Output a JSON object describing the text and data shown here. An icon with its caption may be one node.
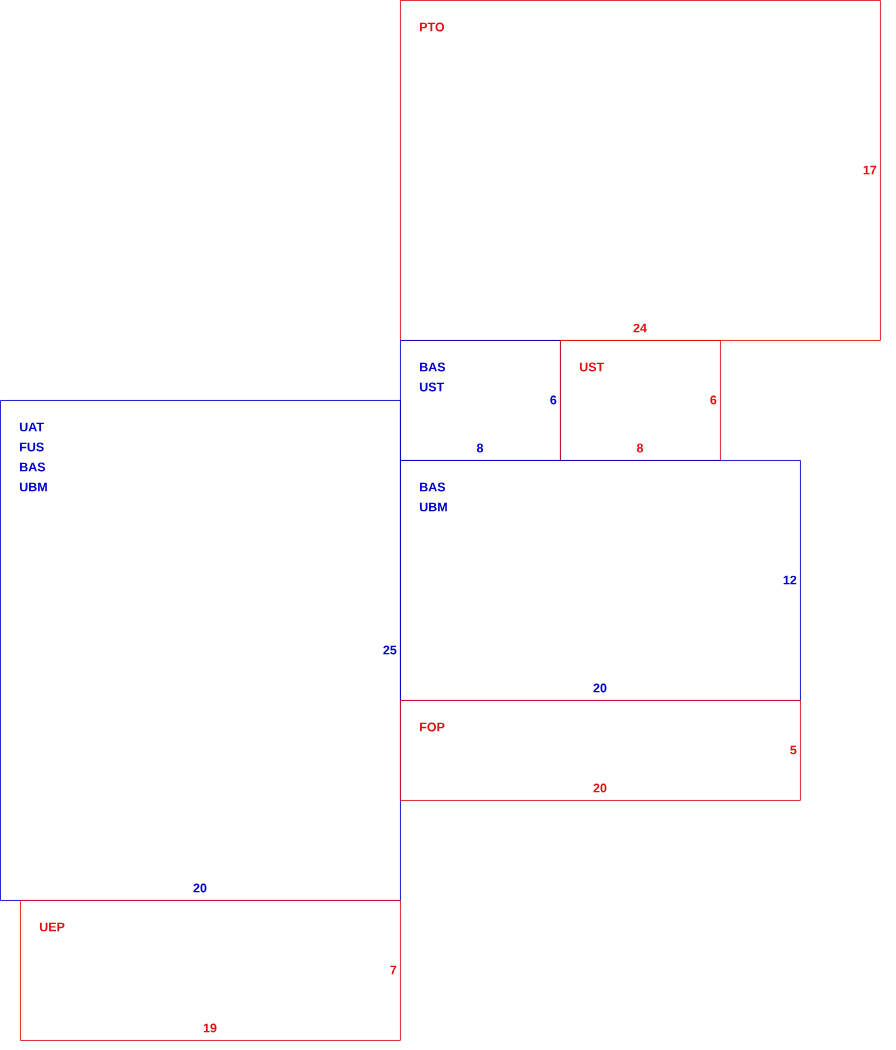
{
  "diagram": {
    "nodes": [
      {
        "text": [
          "PTO",
          "17",
          "24"
        ]
      },
      {
        "text": [
          "BAS",
          "UST",
          "6",
          "8"
        ]
      },
      {
        "text": [
          "UST",
          "6",
          "8"
        ]
      },
      {
        "text": [
          "UAT",
          "FUS",
          "BAS",
          "UBM",
          "25",
          "20"
        ]
      },
      {
        "text": [
          "BAS",
          "UBM",
          "12",
          "20"
        ]
      },
      {
        "text": [
          "FOP",
          "5",
          "20"
        ]
      },
      {
        "text": [
          "UEP",
          "7",
          "19"
        ]
      }
    ]
  }
}
